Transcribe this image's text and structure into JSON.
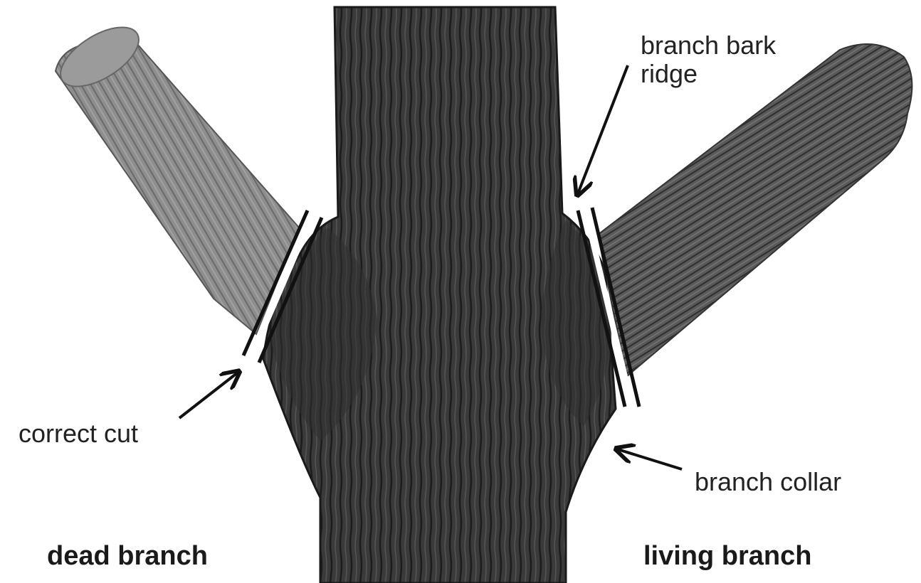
{
  "labels": {
    "bark_ridge_line1": "branch bark",
    "bark_ridge_line2": "ridge",
    "correct_cut": "correct cut",
    "branch_collar": "branch collar",
    "dead_branch": "dead branch",
    "living_branch": "living branch"
  },
  "colors": {
    "bark_dark": "#2b2b2b",
    "bark_mid": "#4a4a4a",
    "dead_branch": "#8a8a8a",
    "living_branch": "#555555",
    "cut_line": "#111111",
    "background": "#ffffff"
  }
}
